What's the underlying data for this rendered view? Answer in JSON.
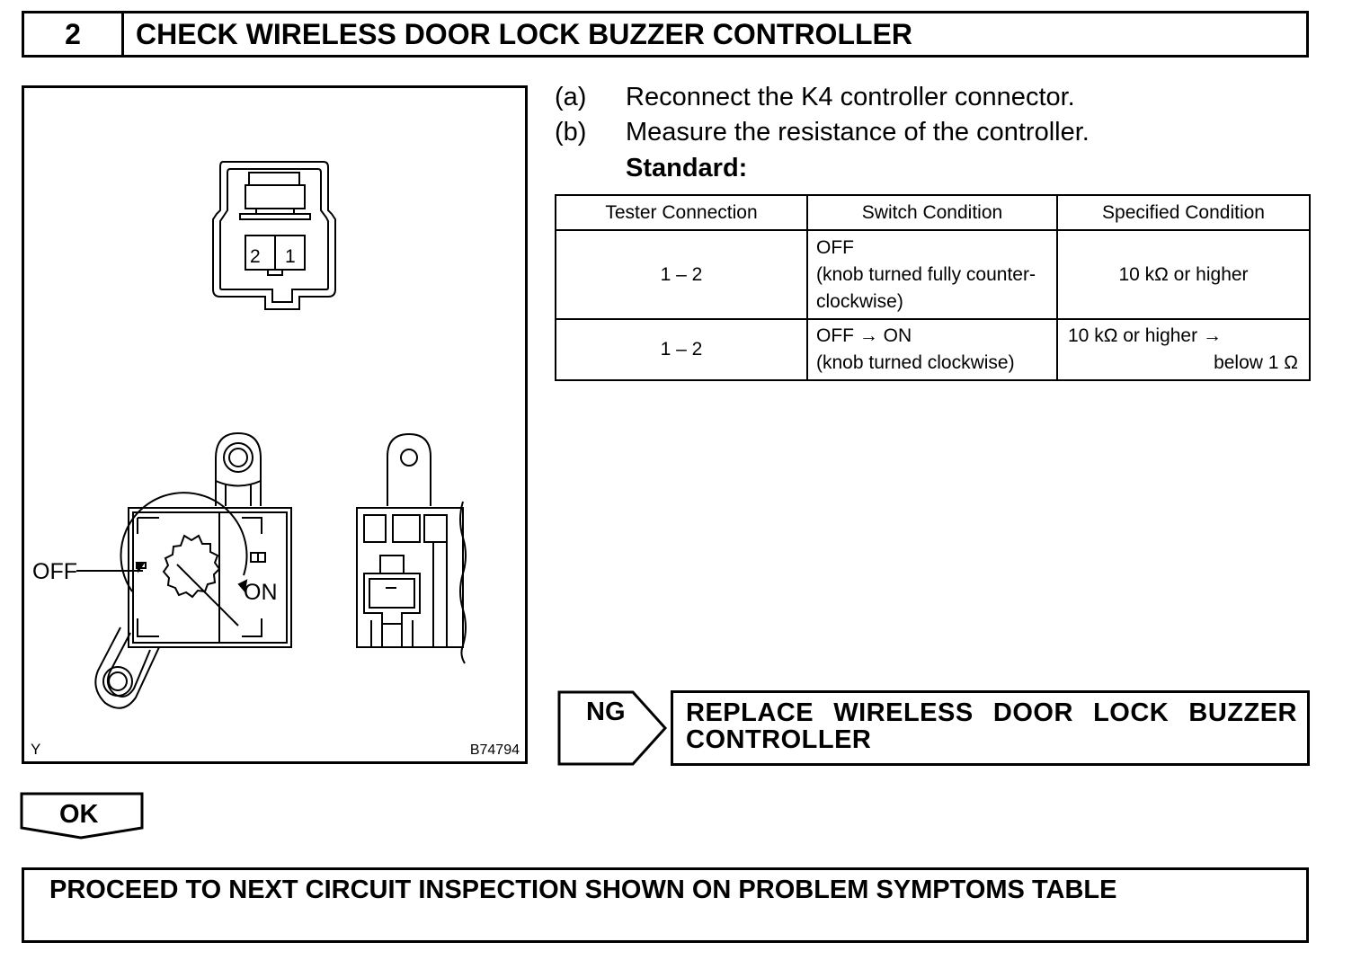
{
  "header": {
    "step_number": "2",
    "title": "CHECK WIRELESS DOOR LOCK BUZZER CONTROLLER"
  },
  "figure": {
    "connector_pins": [
      "2",
      "1"
    ],
    "off_label": "OFF",
    "on_label": "ON",
    "corner_code": "Y",
    "figure_id": "B74794"
  },
  "steps": [
    {
      "letter": "(a)",
      "text": "Reconnect the K4 controller connector."
    },
    {
      "letter": "(b)",
      "text": "Measure the resistance of the controller."
    }
  ],
  "standard_label": "Standard:",
  "table": {
    "headers": [
      "Tester Connection",
      "Switch Condition",
      "Specified Condition"
    ],
    "rows": [
      {
        "tester": "1 – 2",
        "switch_lines": [
          "OFF",
          "(knob turned fully counter-",
          "clockwise)"
        ],
        "spec_lines": [
          "10 kΩ or higher"
        ]
      },
      {
        "tester": "1 – 2",
        "switch_lines": [
          "OFF → ON",
          "(knob turned clockwise)"
        ],
        "spec_lines": [
          "10 kΩ or higher →",
          "below 1 Ω"
        ]
      }
    ]
  },
  "ng": {
    "label": "NG",
    "action": "REPLACE WIRELESS DOOR LOCK BUZZER CONTROLLER"
  },
  "ok": {
    "label": "OK",
    "action": "PROCEED TO NEXT CIRCUIT INSPECTION SHOWN ON PROBLEM SYMPTOMS TABLE"
  }
}
